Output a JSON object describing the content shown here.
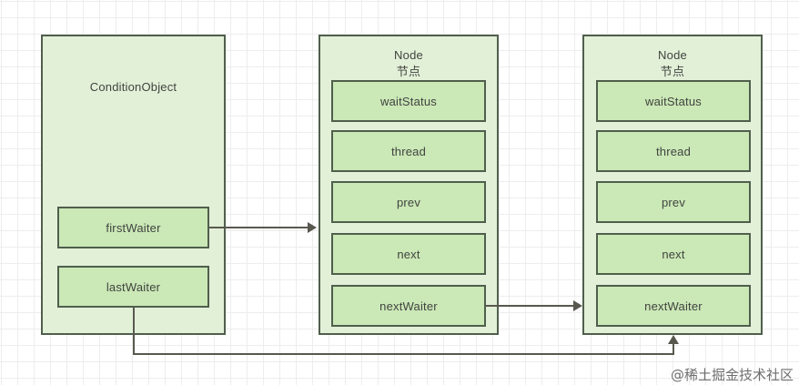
{
  "diagram": {
    "condition_object": {
      "title": "ConditionObject",
      "fields": [
        {
          "label": "firstWaiter"
        },
        {
          "label": "lastWaiter"
        }
      ]
    },
    "nodes": [
      {
        "title_en": "Node",
        "title_zh": "节点",
        "fields": [
          {
            "label": "waitStatus"
          },
          {
            "label": "thread"
          },
          {
            "label": "prev"
          },
          {
            "label": "next"
          },
          {
            "label": "nextWaiter"
          }
        ]
      },
      {
        "title_en": "Node",
        "title_zh": "节点",
        "fields": [
          {
            "label": "waitStatus"
          },
          {
            "label": "thread"
          },
          {
            "label": "prev"
          },
          {
            "label": "next"
          },
          {
            "label": "nextWaiter"
          }
        ]
      }
    ],
    "watermark": "@稀土掘金技术社区",
    "colors": {
      "container_fill": "#e3f0d8",
      "field_fill": "#cbe8b7",
      "border": "#4f5f4c",
      "connector": "#58584f",
      "text": "#40443f",
      "grid_minor": "#ededed",
      "grid_major": "#e2e2e2"
    }
  }
}
